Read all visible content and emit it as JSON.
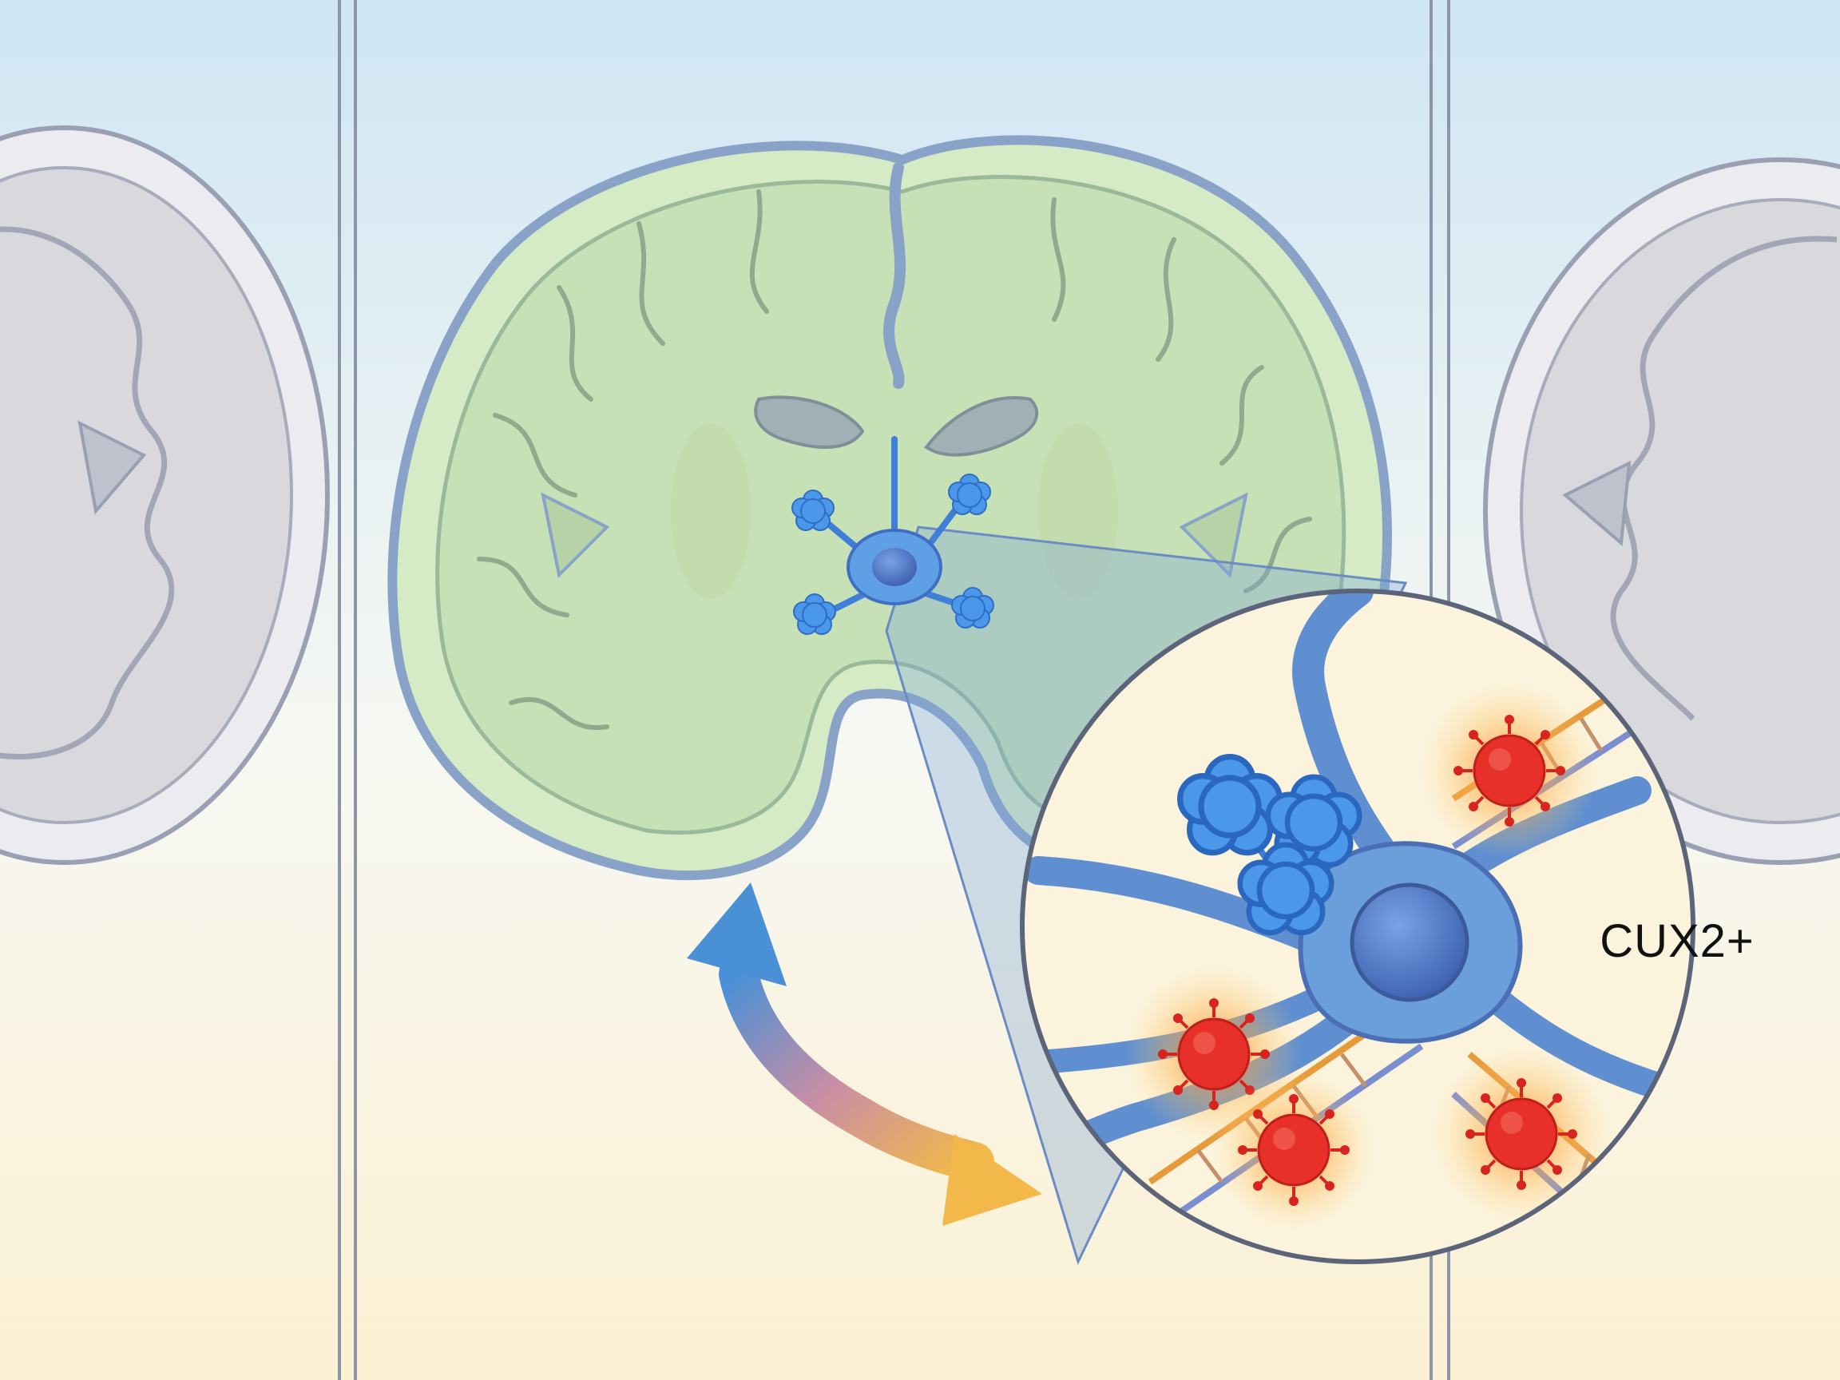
{
  "labels": {
    "marker": "CUX2+"
  },
  "colors": {
    "background_top": "#cfe6f4",
    "background_bottom": "#fbf0d2",
    "panel_divider": "#8a96a8",
    "brain_side": "#e2e2e4",
    "brain_side_outline": "#9aa0b4",
    "brain_center": "#d4ebc6",
    "brain_center_outline": "#88a2c8",
    "neuron": "#6b9fdc",
    "neuron_nucleus": "#4a73c0",
    "virus": "#e8302a",
    "arrow_start": "#4a90d6",
    "arrow_end": "#f2b94a",
    "zoom_background": "#fbf3dc"
  },
  "icons": [
    "brain-coronal-section",
    "neuron-cell",
    "virus-particle",
    "dna-helix",
    "double-headed-arrow",
    "magnifier-callout"
  ]
}
